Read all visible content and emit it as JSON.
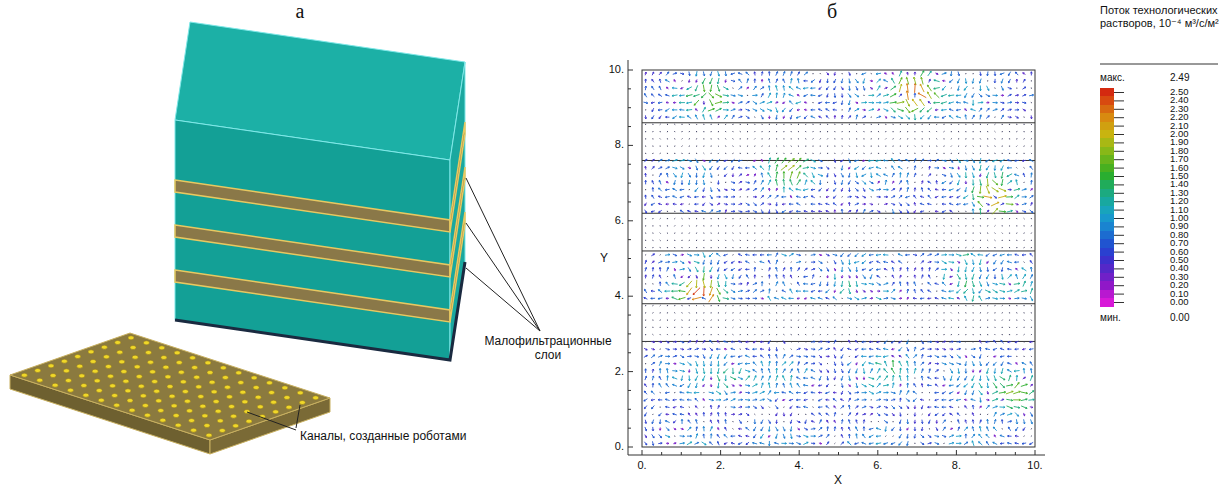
{
  "diagram": {
    "labels": [
      "а",
      "Малофильтрационные слои",
      "Каналы, созданные роботами",
      "б",
      "Y",
      "0.",
      "2.",
      "4.",
      "6.",
      "8.",
      "10.",
      "0.",
      "2.",
      "4.",
      "6.",
      "8.",
      "10.",
      "X",
      "Поток технологических растворов, 10⁻⁴ м³/с/м²",
      "макс.",
      "2.49",
      "мин.",
      "0.00"
    ],
    "legend": [
      {
        "text": "2.50",
        "color": "#d42a10"
      },
      {
        "text": "2.40",
        "color": "#d84a10"
      },
      {
        "text": "2.30",
        "color": "#d86a10"
      },
      {
        "text": "2.20",
        "color": "#d88a10"
      },
      {
        "text": "2.10",
        "color": "#d0a010"
      },
      {
        "text": "2.00",
        "color": "#c8b410"
      },
      {
        "text": "1.90",
        "color": "#a8b814"
      },
      {
        "text": "1.80",
        "color": "#88b818"
      },
      {
        "text": "1.70",
        "color": "#68b41c"
      },
      {
        "text": "1.60",
        "color": "#48b020"
      },
      {
        "text": "1.50",
        "color": "#2aae30"
      },
      {
        "text": "1.40",
        "color": "#20ac5a"
      },
      {
        "text": "1.30",
        "color": "#1caa80"
      },
      {
        "text": "1.20",
        "color": "#18a8a0"
      },
      {
        "text": "1.10",
        "color": "#18a4bc"
      },
      {
        "text": "1.00",
        "color": "#1898cc"
      },
      {
        "text": "0.90",
        "color": "#1a84d0"
      },
      {
        "text": "0.80",
        "color": "#1c6cd0"
      },
      {
        "text": "0.70",
        "color": "#2054d0"
      },
      {
        "text": "0.60",
        "color": "#2a40d0"
      },
      {
        "text": "0.50",
        "color": "#3c30cc"
      },
      {
        "text": "0.40",
        "color": "#5428c8"
      },
      {
        "text": "0.30",
        "color": "#7020c8"
      },
      {
        "text": "0.20",
        "color": "#9018c8"
      },
      {
        "text": "0.10",
        "color": "#b818d0"
      },
      {
        "text": "0.00",
        "color": "#d818d8"
      }
    ]
  }
}
